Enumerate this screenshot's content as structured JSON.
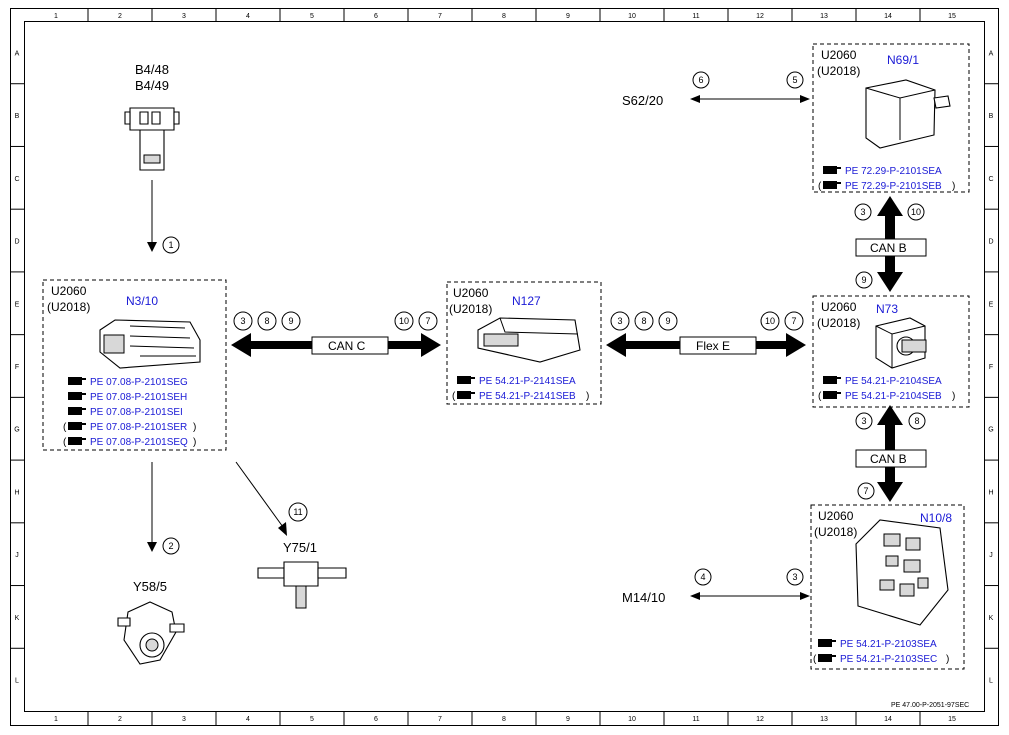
{
  "frame": {
    "cols": [
      "1",
      "2",
      "3",
      "4",
      "5",
      "6",
      "7",
      "8",
      "9",
      "10",
      "11",
      "12",
      "13",
      "14",
      "15"
    ],
    "rows": [
      "A",
      "B",
      "C",
      "D",
      "E",
      "F",
      "G",
      "H",
      "J",
      "K",
      "L"
    ],
    "doc_ref": "PE 47.00-P-2051-97SEC"
  },
  "sensor": {
    "label1": "B4/48",
    "label2": "B4/49"
  },
  "n310": {
    "code1": "U2060",
    "code2": "(U2018)",
    "name": "N3/10",
    "refs": [
      {
        "text": "PE 07.08-P-2101SEG",
        "paren": false
      },
      {
        "text": "PE 07.08-P-2101SEH",
        "paren": false
      },
      {
        "text": "PE 07.08-P-2101SEI",
        "paren": false
      },
      {
        "text": "PE 07.08-P-2101SER",
        "paren": true
      },
      {
        "text": "PE 07.08-P-2101SEQ",
        "paren": true
      }
    ]
  },
  "n127": {
    "code1": "U2060",
    "code2": "(U2018)",
    "name": "N127",
    "refs": [
      {
        "text": "PE 54.21-P-2141SEA",
        "paren": false
      },
      {
        "text": "PE 54.21-P-2141SEB",
        "paren": true
      }
    ]
  },
  "n691": {
    "code1": "U2060",
    "code2": "(U2018)",
    "name": "N69/1",
    "refs": [
      {
        "text": "PE 72.29-P-2101SEA",
        "paren": false
      },
      {
        "text": "PE 72.29-P-2101SEB",
        "paren": true
      }
    ]
  },
  "n73": {
    "code1": "U2060",
    "code2": "(U2018)",
    "name": "N73",
    "refs": [
      {
        "text": "PE 54.21-P-2104SEA",
        "paren": false
      },
      {
        "text": "PE 54.21-P-2104SEB",
        "paren": true
      }
    ]
  },
  "n108": {
    "code1": "U2060",
    "code2": "(U2018)",
    "name": "N10/8",
    "refs": [
      {
        "text": "PE 54.21-P-2103SEA",
        "paren": false
      },
      {
        "text": "PE 54.21-P-2103SEC",
        "paren": true
      }
    ]
  },
  "buses": {
    "can_c": "CAN C",
    "flex_e": "Flex E",
    "can_b_top": "CAN B",
    "can_b_bottom": "CAN B"
  },
  "signals": {
    "s1": "1",
    "s2": "2",
    "s11": "11",
    "canc_left": [
      "3",
      "8",
      "9"
    ],
    "canc_right": [
      "10",
      "7"
    ],
    "flex_left": [
      "3",
      "8",
      "9"
    ],
    "flex_right": [
      "10",
      "7"
    ],
    "canb_top_up": [
      "3",
      "10"
    ],
    "canb_top_down": "9",
    "canb_bot_up": [
      "3",
      "8"
    ],
    "canb_bot_down": "7",
    "s62_left": "6",
    "s62_right": "5",
    "m14_left": "4",
    "m14_right": "3"
  },
  "labels": {
    "y585": "Y58/5",
    "y751": "Y75/1",
    "s6220": "S62/20",
    "m1410": "M14/10"
  }
}
